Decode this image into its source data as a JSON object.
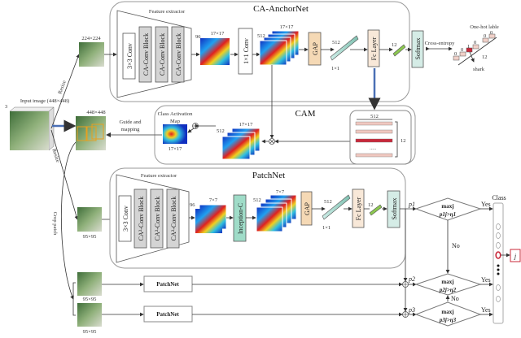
{
  "anchor_net": {
    "title": "CA-AnchorNet",
    "feature_extractor": "Feature extractor",
    "conv3": "3×3 Conv",
    "blocks": [
      "CA-Conv Block",
      "CA-Conv Block",
      "CA-Conv Block"
    ],
    "fmap_channels": "96",
    "fmap_size": "17×17",
    "conv1": "1×1 Conv",
    "stack_channels": "512",
    "stack_size": "17×17",
    "gap": "GAP",
    "vec_dim": "512",
    "vec_size": "1×1",
    "fc": "Fc Layer",
    "out_dim": "12",
    "softmax": "Softmax",
    "loss": "Cross-entropy",
    "onehot_title": "One-hot lable",
    "onehot_values": [
      "0",
      "0",
      "1",
      "0",
      "0",
      "0"
    ],
    "onehot_dim": "12",
    "onehot_class": "shark"
  },
  "inputs": {
    "input_label": "Input image (448×448)",
    "input_channels": "3",
    "resize_label": "Resize",
    "resize_size": "224×224",
    "guided_size": "448×448",
    "guide_label_1": "Guide and",
    "guide_label_2": "mapping",
    "crop_label": "Crop patch",
    "patch_size": "95×95"
  },
  "cam": {
    "title": "CAM",
    "cam_label_1": "Class Activation",
    "cam_label_2": "Map",
    "cam_size": "17×17",
    "stack_channels": "512",
    "stack_size": "17×17",
    "weights_dim": "512",
    "weights_rows": "12",
    "ellipsis": "....."
  },
  "patch_net": {
    "title": "PatchNet",
    "feature_extractor": "Feature extractor",
    "conv3": "3×3 Conv",
    "blocks": [
      "CA²-Conv Block",
      "CA²-Conv Block",
      "CA²-Conv Block"
    ],
    "fmap_channels": "96",
    "fmap_size": "7×7",
    "inception": "Inception-C",
    "stack_channels": "512",
    "stack_size": "7×7",
    "gap": "GAP",
    "vec_dim": "512",
    "vec_size": "1×1",
    "fc": "Fc Layer",
    "out_dim": "12",
    "softmax": "Softmax",
    "branch_label": "PatchNet"
  },
  "decision": {
    "p": [
      "p1",
      "p2",
      "p3"
    ],
    "conds": [
      {
        "top": "maxj",
        "bottom": "p1j>η1"
      },
      {
        "top": "maxj",
        "bottom": "p2j>η2"
      },
      {
        "top": "maxj",
        "bottom": "p3j>η3"
      }
    ],
    "yes": "Yes",
    "no": "No",
    "class_title": "Class",
    "class_output": "j"
  },
  "colors": {
    "gap": "#f5d9b5",
    "fc": "#f8e8d8",
    "softmax": "#d5ece6",
    "inception": "#9fdcc8",
    "block": "#d4d4d4",
    "highlight": "#c8283a",
    "arrow_blue": "#4a6fb5"
  }
}
